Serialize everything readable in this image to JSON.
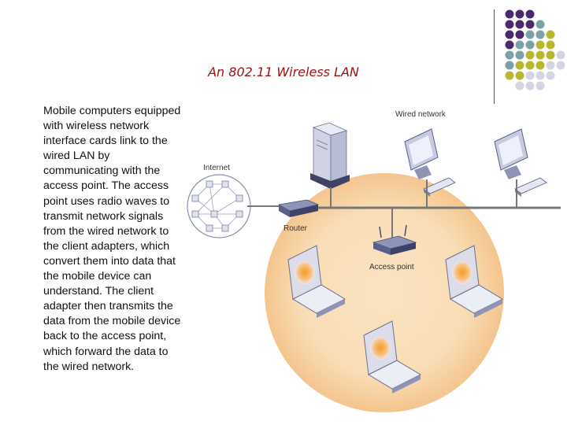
{
  "slide": {
    "title": "An 802.11 Wireless LAN",
    "body": "Mobile computers equipped with wireless network interface cards link to the wired LAN by communicating with the access point. The access point uses radio waves to transmit network signals from the wired network to the client adapters, which convert them into data that the mobile device can understand. The client adapter then transmits the data from the mobile device back to the access point, which forward the data to the wired network."
  },
  "diagram": {
    "labels": {
      "wired_network": "Wired network",
      "internet": "Internet",
      "router": "Router",
      "access_point": "Access point"
    }
  },
  "colors": {
    "title": "#a01010",
    "dot_purple": "#4b2a6b",
    "dot_teal": "#7aa0a8",
    "dot_olive": "#b8b830",
    "dot_lavender": "#d4d4e4",
    "coverage_glow": "#f7c98a"
  }
}
